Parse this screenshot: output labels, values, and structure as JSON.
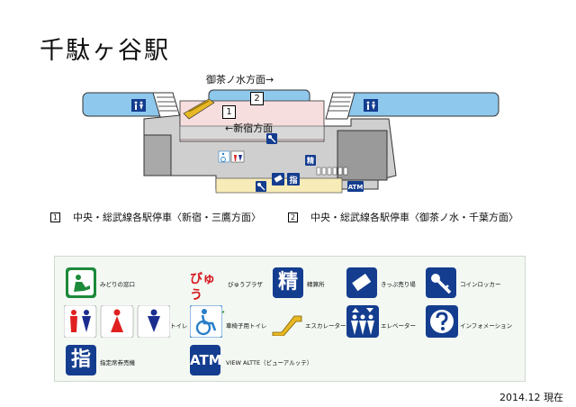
{
  "station": {
    "title": "千駄ヶ谷駅"
  },
  "map": {
    "direction_ochanomizu": "御茶ノ水方面→",
    "direction_shinjuku": "←新宿方面",
    "platform_1": "1",
    "platform_2": "2",
    "atm_label": "ATM",
    "ticket_sign": "指",
    "fare_sign": "精",
    "colors": {
      "platform": "#8ec8ec",
      "concourse": "#cfcfcf",
      "wall": "#9a9a9a",
      "paid_area": "#f7dede",
      "exit_area": "#f7ecb8",
      "escalator": "#e8b825",
      "sign_blue": "#143d8f"
    }
  },
  "notes": [
    {
      "num": "1",
      "text": "中央・総武線各駅停車〈新宿・三鷹方面〉"
    },
    {
      "num": "2",
      "text": "中央・総武線各駅停車〈御茶ノ水・千葉方面〉"
    }
  ],
  "legend": {
    "items": [
      {
        "icon": "ticket-office-icon",
        "label": "みどりの窓口"
      },
      {
        "icon": "byuu-plaza-icon",
        "label": "びゅうプラザ",
        "logo_text": "びゅう"
      },
      {
        "icon": "fare-adjustment-icon",
        "label": "精算所",
        "glyph": "精"
      },
      {
        "icon": "ticket-machine-icon",
        "label": "きっぷ売り場"
      },
      {
        "icon": "coin-locker-icon",
        "label": "コインロッカー"
      },
      {
        "icon": "restroom-icon",
        "label": "トイレ"
      },
      {
        "icon": "wheelchair-restroom-icon",
        "label": "車椅子用トイレ"
      },
      {
        "icon": "escalator-icon",
        "label": "エスカレーター"
      },
      {
        "icon": "elevator-icon",
        "label": "エレベーター"
      },
      {
        "icon": "information-icon",
        "label": "インフォメーション"
      },
      {
        "icon": "reserved-ticket-machine-icon",
        "label": "指定席券売機",
        "glyph": "指"
      },
      {
        "icon": "atm-icon",
        "label": "VIEW ALTTE（ビューアルッテ）",
        "glyph": "ATM"
      }
    ]
  },
  "date": "2014.12 現在"
}
